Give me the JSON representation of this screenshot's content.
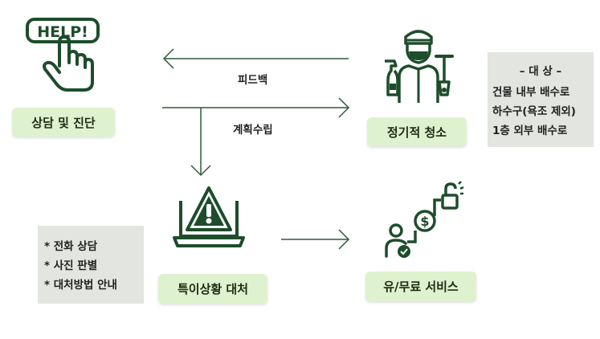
{
  "colors": {
    "icon": "#1d4d2b",
    "pill_bg": "#dff2cf",
    "note_bg": "#e3e5e1",
    "arrow": "#2e5a38"
  },
  "icons": {
    "help": {
      "name": "help-hand-icon",
      "text": "HELP!"
    },
    "cleaner": {
      "name": "cleaner-person-icon"
    },
    "warning": {
      "name": "laptop-warning-icon"
    },
    "service": {
      "name": "person-dollar-lock-icon"
    }
  },
  "nodes": {
    "consult": "상담 및 진단",
    "regular": "정기적 청소",
    "special": "특이상황 대처",
    "service": "유/무료 서비스"
  },
  "edges": {
    "feedback": "피드백",
    "planning": "계획수립"
  },
  "notes": {
    "regular": {
      "title": "– 대 상 –",
      "lines": [
        "건물 내부 배수로",
        "하수구(욕조 제외)",
        "1층  외부  배수로"
      ]
    },
    "special": {
      "lines": [
        "* 전화 상담",
        "* 사진 판별",
        "* 대처방법 안내"
      ]
    }
  }
}
